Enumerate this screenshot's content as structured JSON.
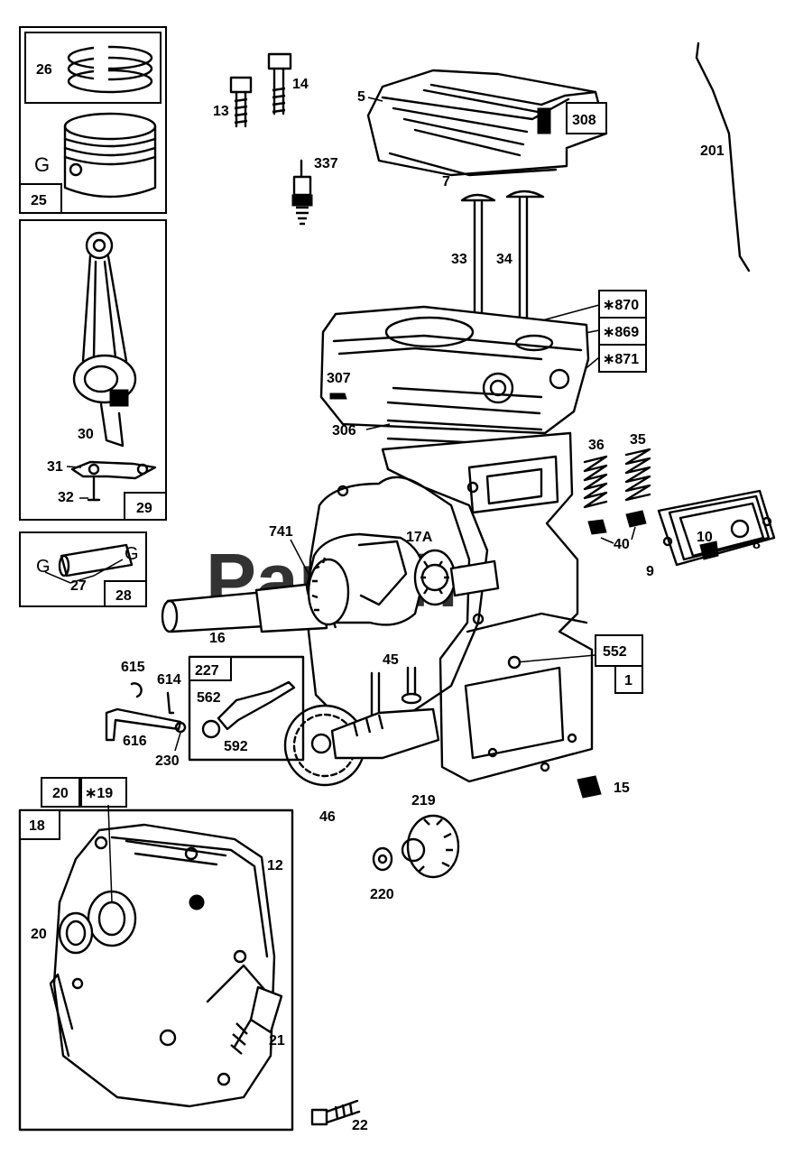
{
  "watermark": "PartsTree",
  "parts": {
    "p1": "1",
    "p5": "5",
    "p7": "7",
    "p8": "8",
    "p9": "9",
    "p10": "10",
    "p12": "12",
    "p13": "13",
    "p14": "14",
    "p15": "15",
    "p16": "16",
    "p17a": "17A",
    "p18": "18",
    "p19": "∗19",
    "p20_box": "20",
    "p20": "20",
    "p21": "21",
    "p22": "22",
    "p25": "25",
    "p26": "26",
    "p27": "27",
    "p28": "28",
    "p29": "29",
    "p30": "30",
    "p31": "31",
    "p32": "32",
    "p33": "33",
    "p34": "34",
    "p35": "35",
    "p36": "36",
    "p40": "40",
    "p45": "45",
    "p46": "46",
    "p201": "201",
    "p219": "219",
    "p220": "220",
    "p227": "227",
    "p230": "230",
    "p306": "306",
    "p307": "307",
    "p308": "308",
    "p337": "337",
    "p552": "552",
    "p562": "562",
    "p592": "592",
    "p614": "614",
    "p615": "615",
    "p616": "616",
    "p741": "741",
    "p869": "∗869",
    "p870": "∗870",
    "p871": "∗871",
    "g_piston": "G",
    "g_pin_left": "G",
    "g_pin_right": "G"
  }
}
